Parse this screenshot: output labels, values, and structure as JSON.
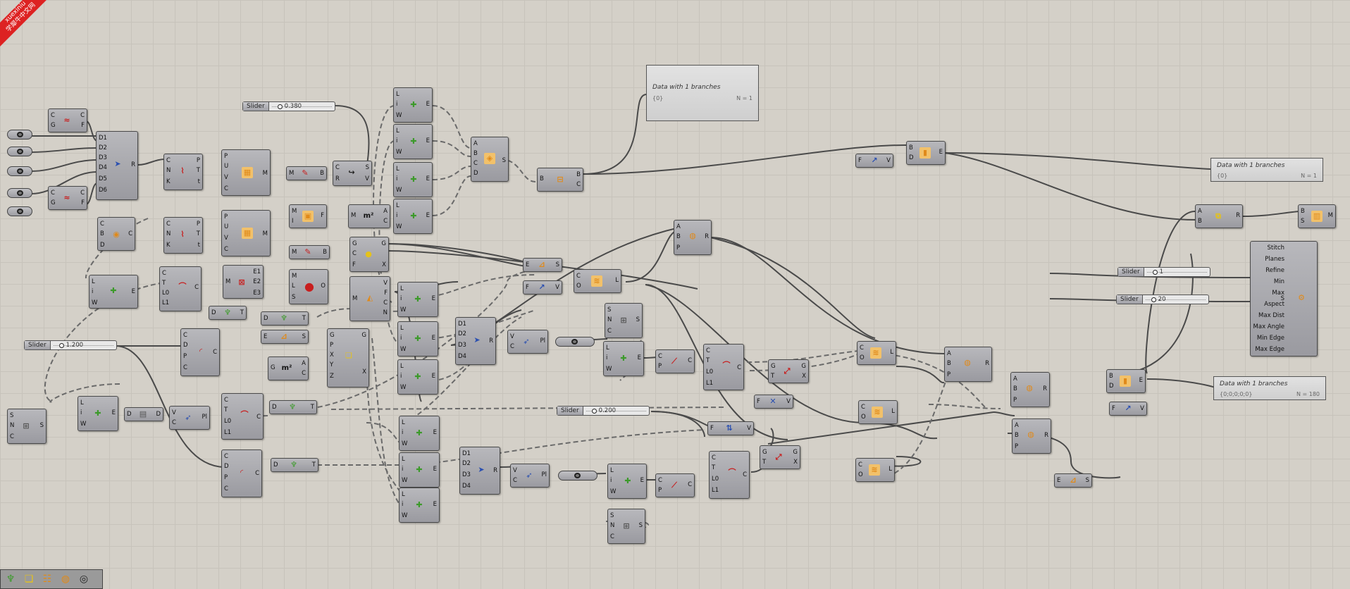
{
  "brand": {
    "line1": "xuexiniu",
    "line2": "学犀牛中文网"
  },
  "sliders": [
    {
      "id": "s1",
      "label": "Slider",
      "value": "0.380"
    },
    {
      "id": "s2",
      "label": "Slider",
      "value": "1.200"
    },
    {
      "id": "s3",
      "label": "Slider",
      "value": "0.200"
    },
    {
      "id": "s4",
      "label": "Slider",
      "value": "1"
    },
    {
      "id": "s5",
      "label": "Slider",
      "value": "20"
    }
  ],
  "panels": [
    {
      "title": "Data with 1 branches",
      "path": "{0}",
      "count": "N = 1"
    },
    {
      "title": "Data with 1 branches",
      "path": "{0}",
      "count": "N = 1"
    },
    {
      "title": "Data with 1 branches",
      "path": "{0;0;0;0;0}",
      "count": "N = 180"
    }
  ],
  "meshMenu": [
    "Stitch",
    "Planes",
    "Refine",
    "Min",
    "Max",
    "Aspect",
    "Max Dist",
    "Max Angle",
    "Min Edge",
    "Max Edge"
  ],
  "meshMenuOut": "S",
  "icons": {
    "colors": {
      "green": "#3c9a2a",
      "orange": "#e08a1a",
      "blue": "#2a4fb0",
      "red": "#c81e1e",
      "yellow": "#e5c21a",
      "dark": "#333333"
    }
  },
  "toolbar": [
    "sprout-icon",
    "box-icon",
    "ladder-icon",
    "circles-icon",
    "disc-icon"
  ]
}
